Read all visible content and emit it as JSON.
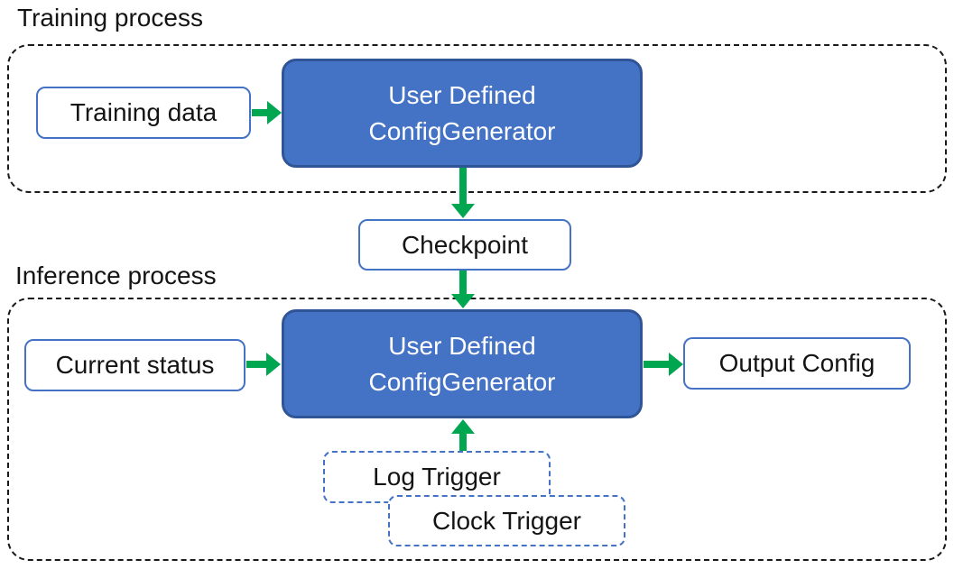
{
  "colors": {
    "node_fill": "#4472C4",
    "node_border": "#2F5597",
    "io_border": "#4472C4",
    "arrow_green": "#00A650",
    "container_border": "#1A1A1A"
  },
  "training": {
    "label": "Training process",
    "data_box": "Training data",
    "gen_line1": "User Defined",
    "gen_line2": "ConfigGenerator"
  },
  "checkpoint": {
    "label": "Checkpoint"
  },
  "inference": {
    "label": "Inference process",
    "status_box": "Current status",
    "gen_line1": "User Defined",
    "gen_line2": "ConfigGenerator",
    "output_box": "Output Config",
    "log_trigger": "Log Trigger",
    "clock_trigger": "Clock Trigger"
  }
}
